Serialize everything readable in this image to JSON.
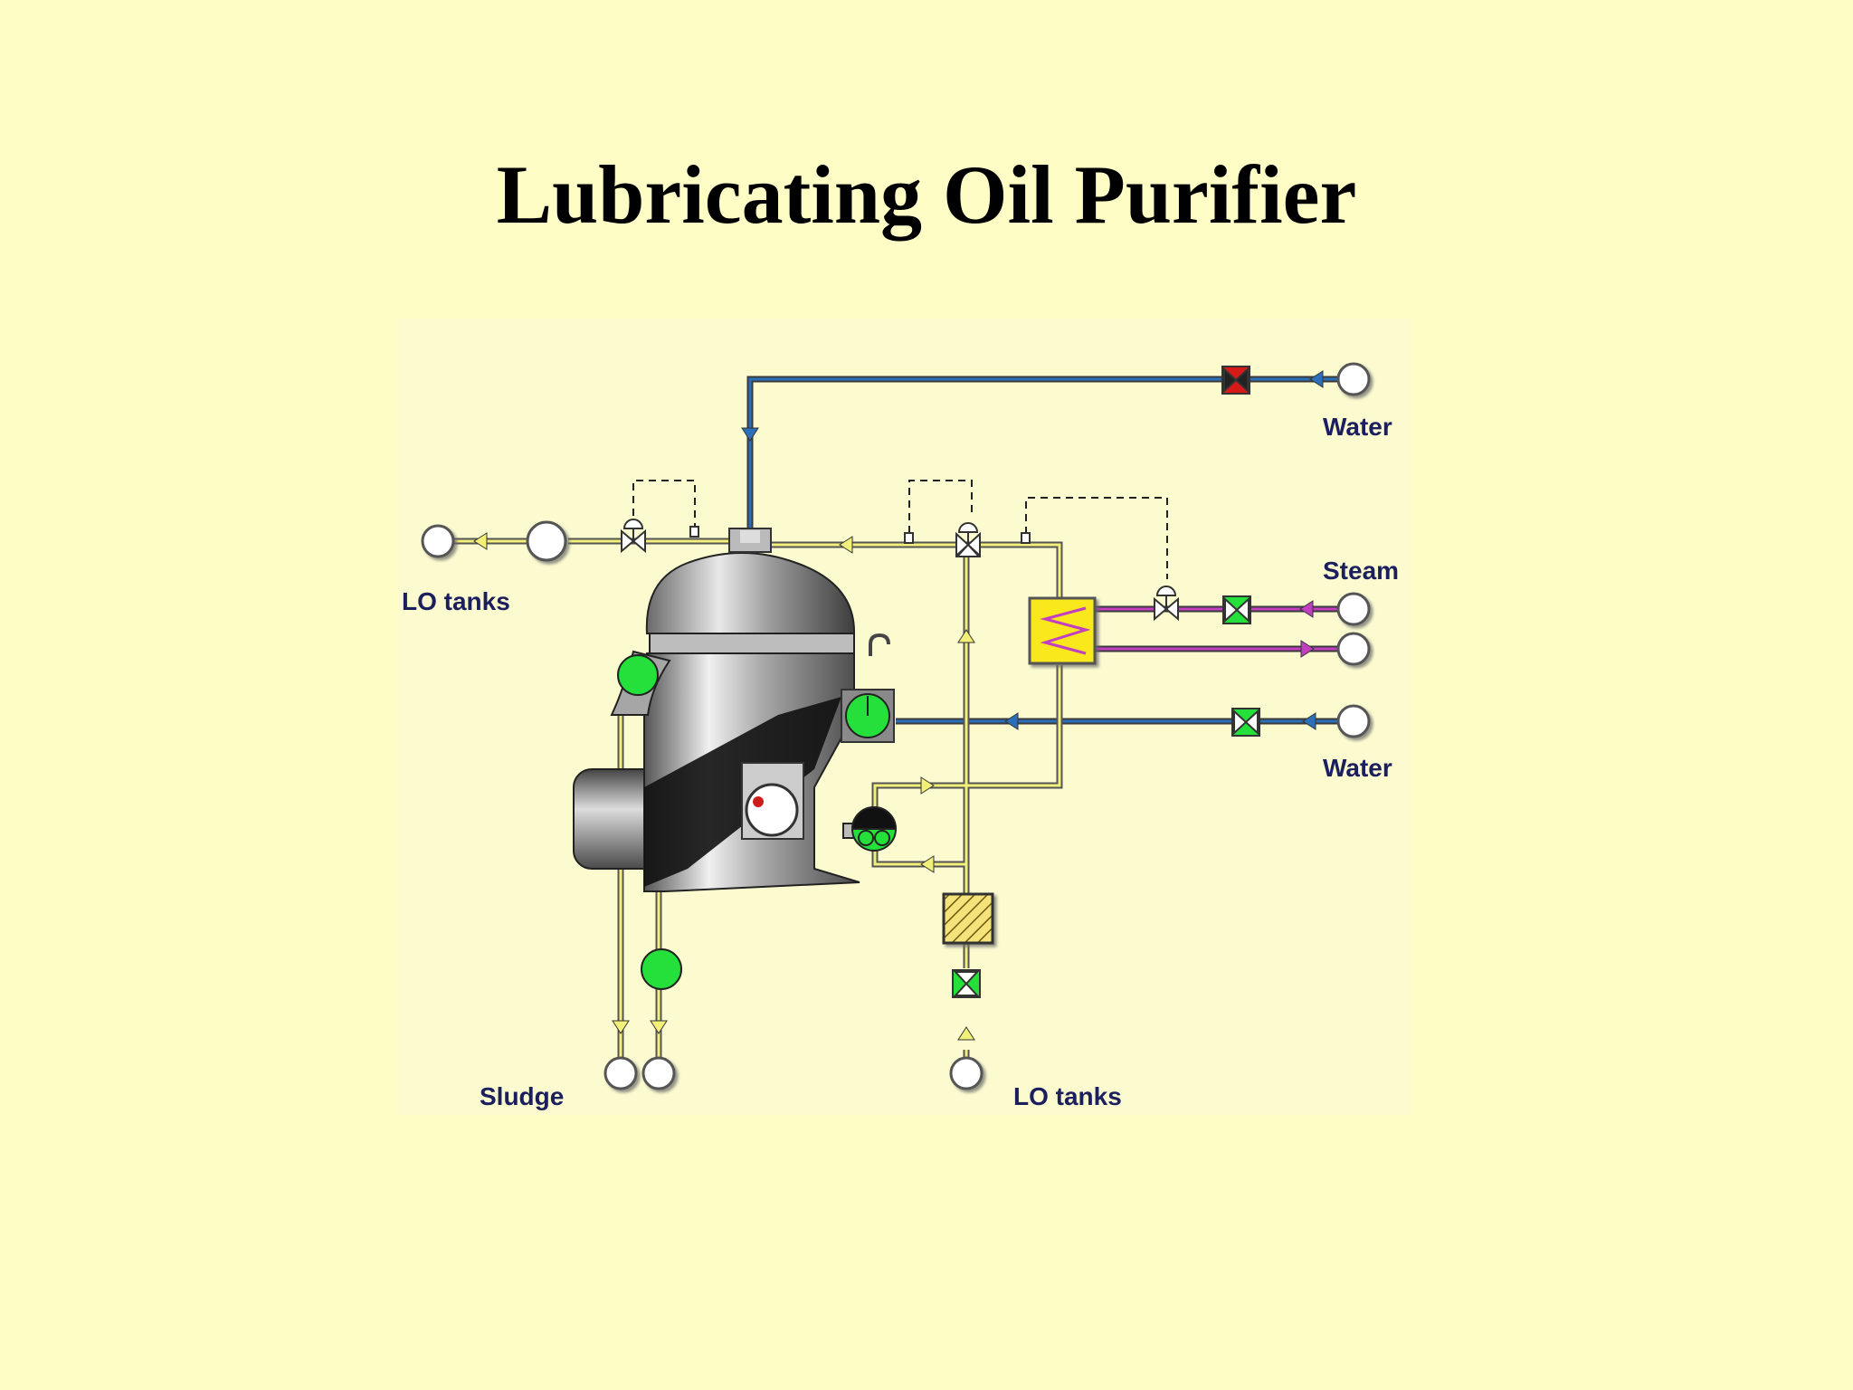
{
  "title": "Lubricating Oil Purifier",
  "labels": {
    "lo_tanks_outlet": "LO tanks",
    "water_top": "Water",
    "steam": "Steam",
    "water_right": "Water",
    "sludge": "Sludge",
    "lo_tanks_inlet": "LO tanks"
  },
  "colors": {
    "background": "#fefdc6",
    "panel": "#fcfbd0",
    "oil_line": "#f3f07a",
    "water_line": "#2b6fb8",
    "steam_line": "#c23fc2",
    "valve_open": "#25e03b",
    "valve_closed": "#d61a1a",
    "heater": "#f8e81a"
  }
}
